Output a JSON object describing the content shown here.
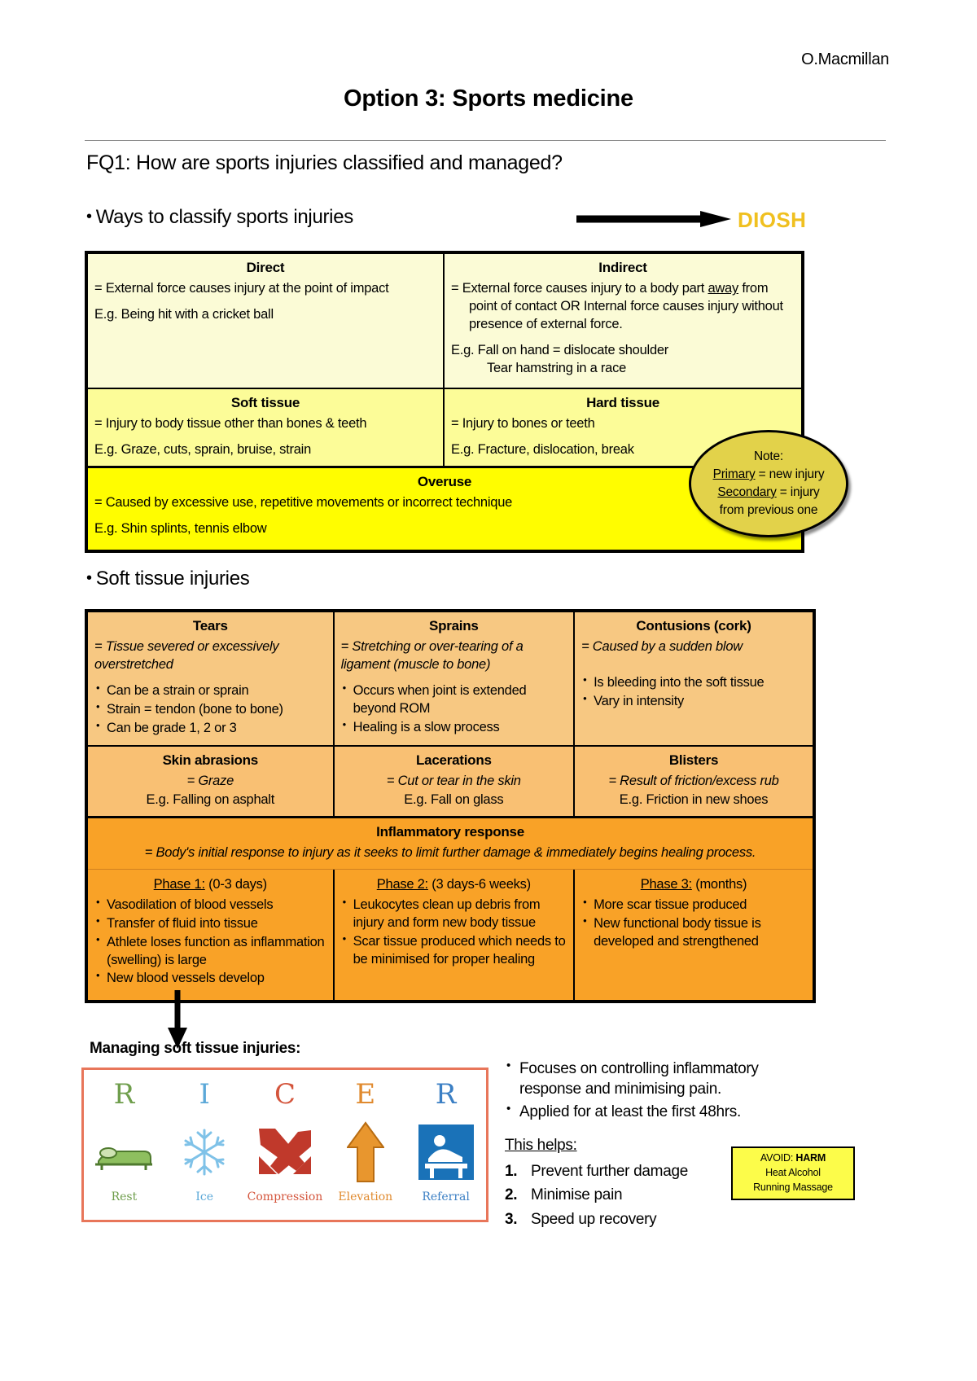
{
  "header": {
    "author": "O.Macmillan",
    "title": "Option 3: Sports medicine",
    "focus_question": "FQ1: How are sports injuries classified and managed?"
  },
  "section1": {
    "heading": "Ways to classify sports injuries",
    "acronym": "DIOSH",
    "acronym_color": "#f0c020"
  },
  "classification_table": {
    "direct": {
      "title": "Direct",
      "definition": "= External force causes injury at the point of impact",
      "example": "E.g. Being hit with a cricket ball"
    },
    "indirect": {
      "title": "Indirect",
      "def_part1": "= External force causes injury to a body part ",
      "def_away": "away",
      "def_part2": " from point of contact OR Internal force causes injury without presence of external force.",
      "example1": "E.g. Fall on hand = dislocate shoulder",
      "example2": "Tear hamstring in a race"
    },
    "soft_tissue": {
      "title": "Soft tissue",
      "definition": "= Injury to body tissue other than bones & teeth",
      "example": "E.g. Graze, cuts, sprain, bruise, strain"
    },
    "hard_tissue": {
      "title": "Hard tissue",
      "definition": "= Injury to bones or teeth",
      "example": "E.g. Fracture, dislocation, break"
    },
    "overuse": {
      "title": "Overuse",
      "definition": "= Caused by excessive use, repetitive movements or incorrect technique",
      "example": "E.g. Shin splints, tennis elbow"
    }
  },
  "note_bubble": {
    "label": "Note:",
    "primary_term": "Primary",
    "primary_text": " = new injury",
    "secondary_term": "Secondary",
    "secondary_text": " = injury",
    "secondary_text2": "from previous one"
  },
  "section2": {
    "heading": "Soft tissue injuries"
  },
  "soft_tissue_table": {
    "tears": {
      "title": "Tears",
      "definition": "= Tissue severed or excessively overstretched",
      "points": [
        "Can be a strain or sprain",
        "Strain = tendon (bone to bone)",
        "Can be grade 1, 2 or 3"
      ]
    },
    "sprains": {
      "title": "Sprains",
      "definition": "= Stretching or over-tearing of a ligament (muscle to bone)",
      "points": [
        "Occurs when joint is extended beyond ROM",
        "Healing is a slow process"
      ]
    },
    "contusions": {
      "title": "Contusions (cork)",
      "definition": "= Caused by a sudden blow",
      "points": [
        "Is bleeding into the soft tissue",
        "Vary in intensity"
      ]
    },
    "skin_abrasions": {
      "title": "Skin abrasions",
      "definition": "= Graze",
      "example": "E.g. Falling on asphalt"
    },
    "lacerations": {
      "title": "Lacerations",
      "definition": "= Cut or tear in the skin",
      "example": "E.g. Fall on glass"
    },
    "blisters": {
      "title": "Blisters",
      "definition": "= Result of friction/excess rub",
      "example": "E.g. Friction in new shoes"
    },
    "inflammatory_response": {
      "title": "Inflammatory response",
      "definition": "= Body's initial response to injury as it seeks to limit further damage & immediately begins healing process."
    },
    "phases": [
      {
        "label": "Phase 1:",
        "duration": " (0-3 days)",
        "points": [
          "Vasodilation of blood vessels",
          "Transfer of fluid into tissue",
          "Athlete loses function as inflammation (swelling) is large",
          "New blood vessels develop"
        ]
      },
      {
        "label": "Phase 2:",
        "duration": " (3 days-6 weeks)",
        "points": [
          "Leukocytes clean up debris from injury and form new body tissue",
          "Scar tissue produced which needs to be minimised for proper healing"
        ]
      },
      {
        "label": "Phase 3:",
        "duration": " (months)",
        "points": [
          "More scar tissue produced",
          "New functional body tissue is developed and strengthened"
        ]
      }
    ]
  },
  "managing": {
    "heading": "Managing soft tissue injuries:",
    "ricer": [
      {
        "letter": "R",
        "word": "Rest",
        "color": "#6f9e4c",
        "icon": "rest-icon"
      },
      {
        "letter": "I",
        "word": "Ice",
        "color": "#5ba8d8",
        "icon": "snowflake-icon"
      },
      {
        "letter": "C",
        "word": "Compression",
        "color": "#d4553c",
        "icon": "compression-arrows-icon"
      },
      {
        "letter": "E",
        "word": "Elevation",
        "color": "#e08a2e",
        "icon": "up-arrow-icon"
      },
      {
        "letter": "R",
        "word": "Referral",
        "color": "#3b7fc4",
        "icon": "referral-icon"
      }
    ],
    "border_color": "#e8765a",
    "notes": [
      "Focuses on controlling inflammatory response and minimising pain.",
      "Applied for at least the first 48hrs."
    ],
    "helps_title": "This helps:",
    "helps": [
      {
        "num": "1.",
        "text": "Prevent further damage"
      },
      {
        "num": "2.",
        "text": "Minimise pain"
      },
      {
        "num": "3.",
        "text": "Speed up recovery"
      }
    ]
  },
  "harm_box": {
    "prefix": "AVOID: ",
    "acronym": "HARM",
    "line2": "Heat  Alcohol",
    "line3": "Running  Massage",
    "background": "#fcfc4a"
  }
}
